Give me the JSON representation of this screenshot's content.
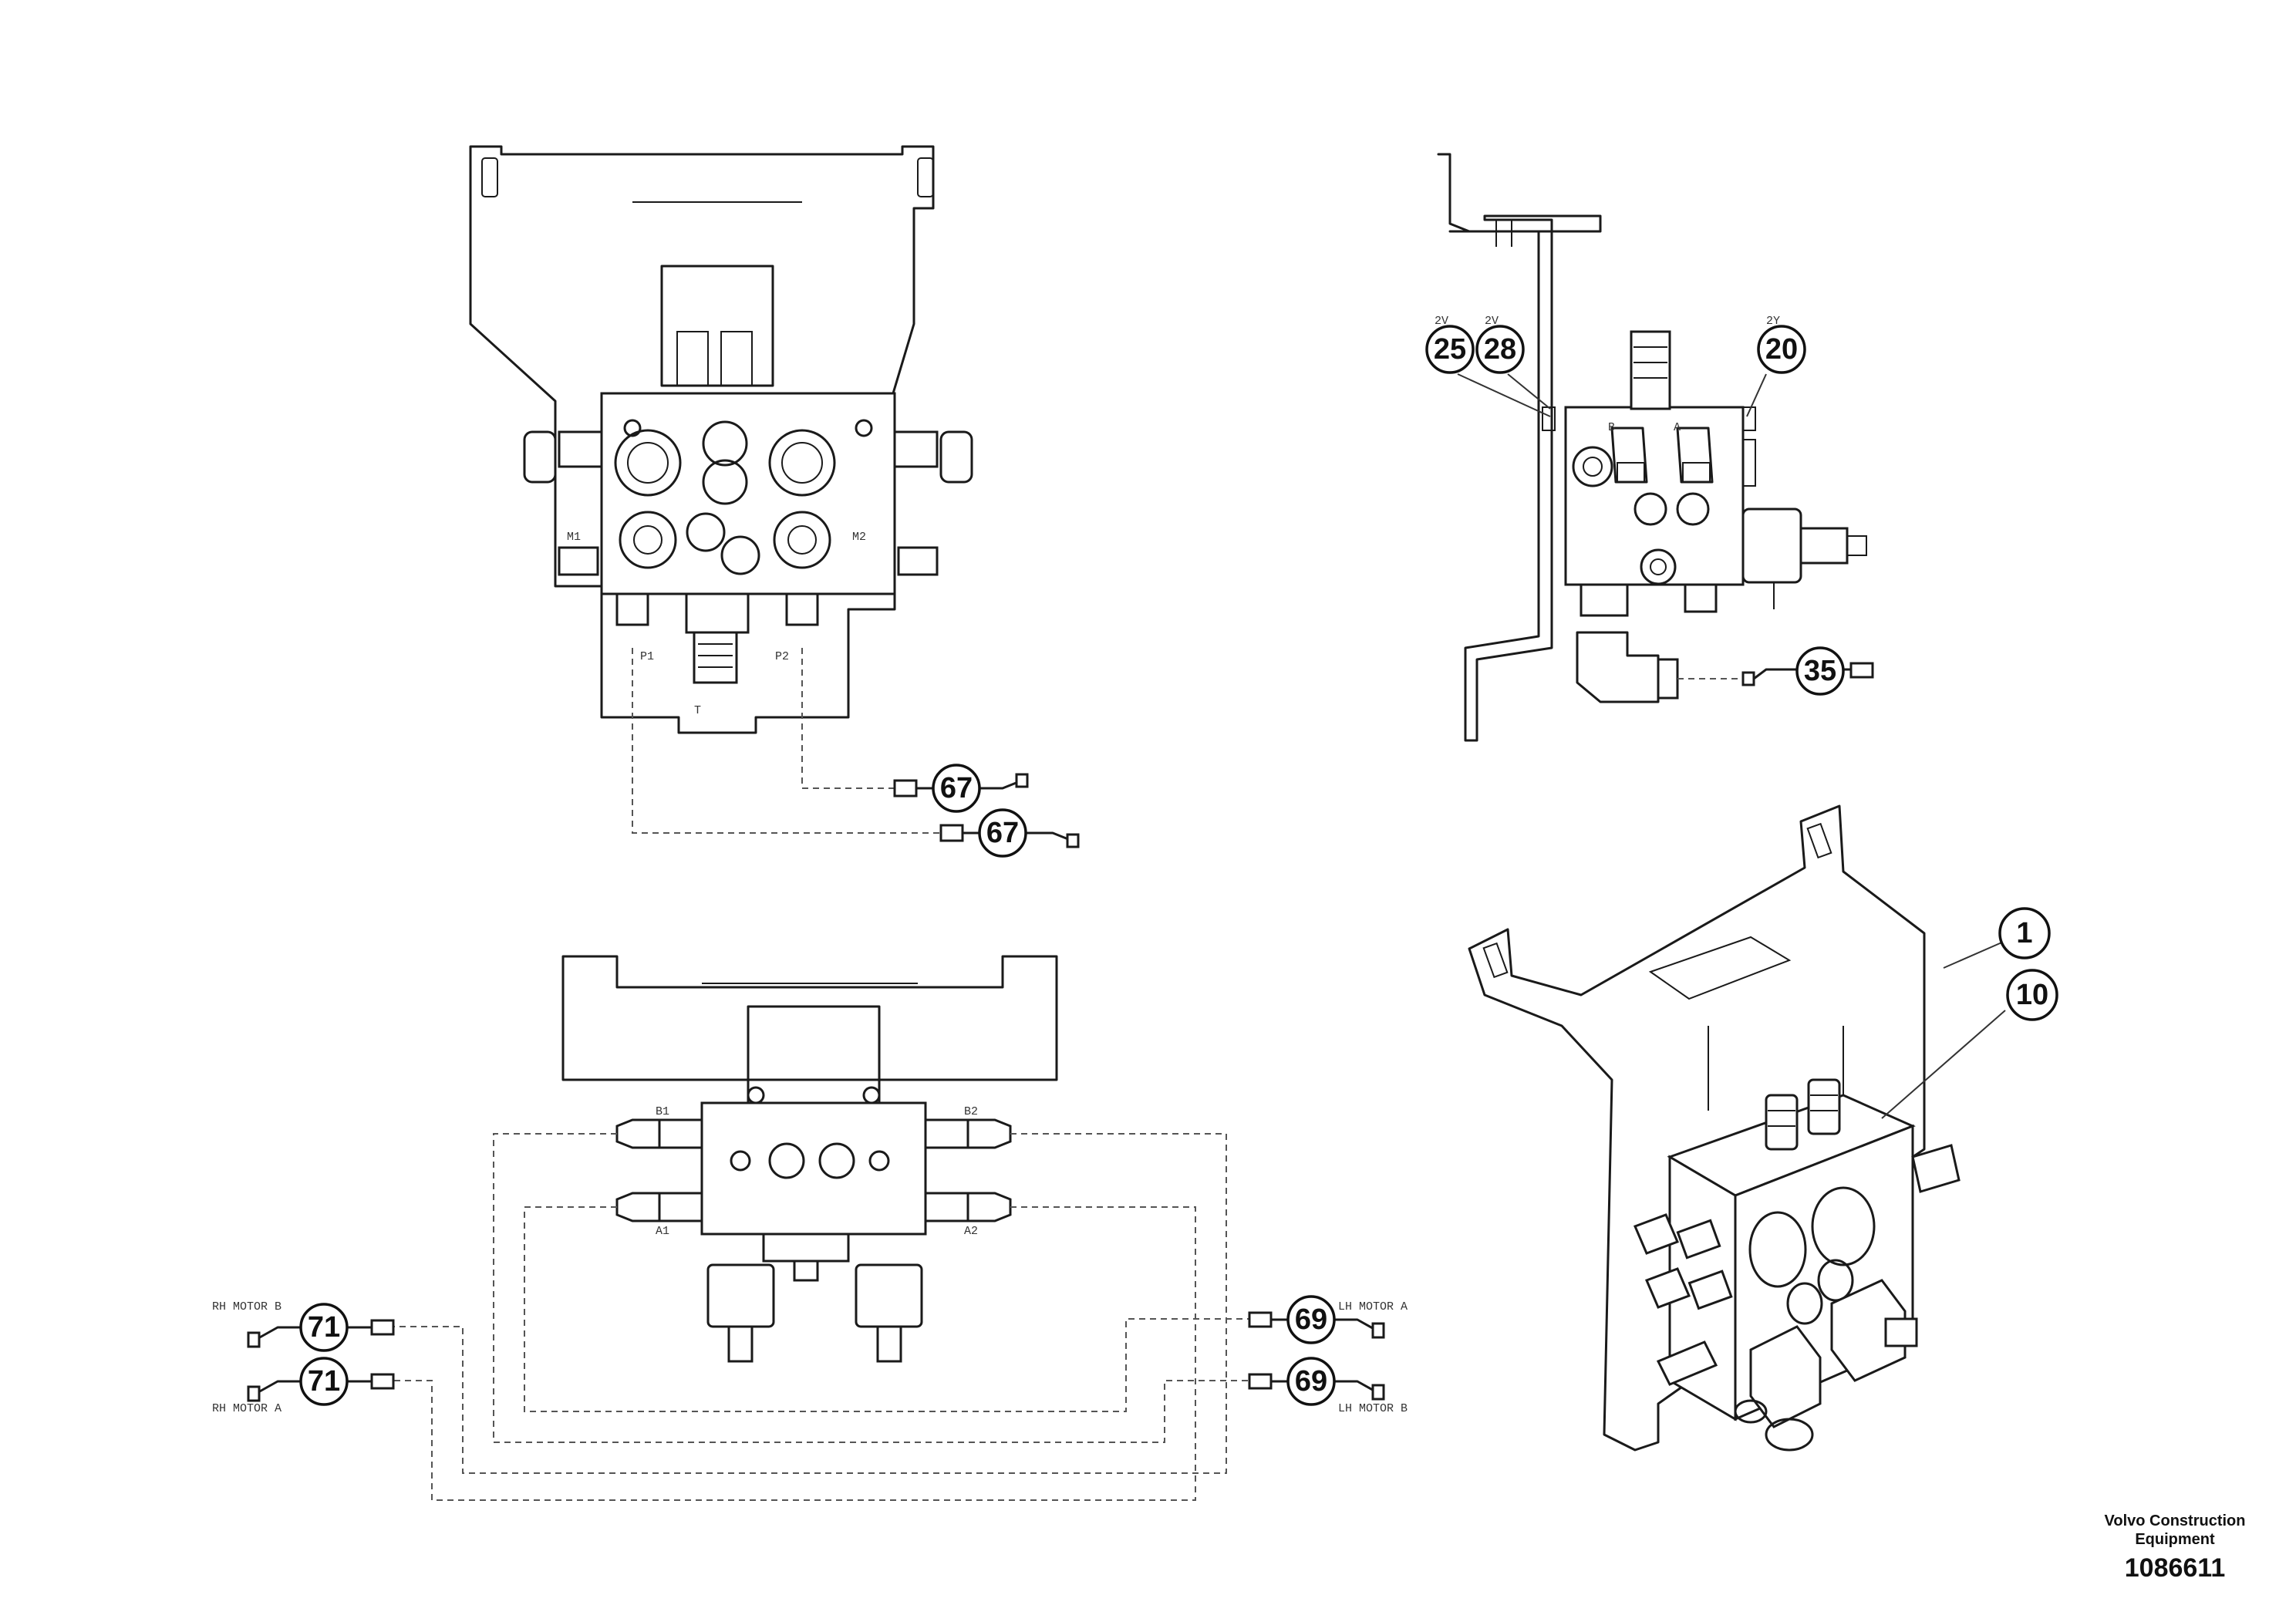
{
  "callouts": {
    "c1": "1",
    "c10": "10",
    "c20": "20",
    "c25": "25",
    "c28": "28",
    "c35": "35",
    "c67a": "67",
    "c67b": "67",
    "c69a": "69",
    "c69b": "69",
    "c71a": "71",
    "c71b": "71"
  },
  "port_labels": {
    "m1": "M1",
    "m2": "M2",
    "p1": "P1",
    "p2": "P2",
    "t": "T",
    "b1": "B1",
    "b2": "B2",
    "a1": "A1",
    "a2": "A2",
    "side_b": "B",
    "side_a": "A",
    "tag_25": "2V",
    "tag_28": "2V",
    "tag_20": "2Y"
  },
  "hose_labels": {
    "rh_motor_b": "RH MOTOR B",
    "rh_motor_a": "RH MOTOR A",
    "lh_motor_a": "LH MOTOR A",
    "lh_motor_b": "LH MOTOR B"
  },
  "footer": {
    "company_line1": "Volvo Construction",
    "company_line2": "Equipment",
    "document_number": "1086611"
  }
}
